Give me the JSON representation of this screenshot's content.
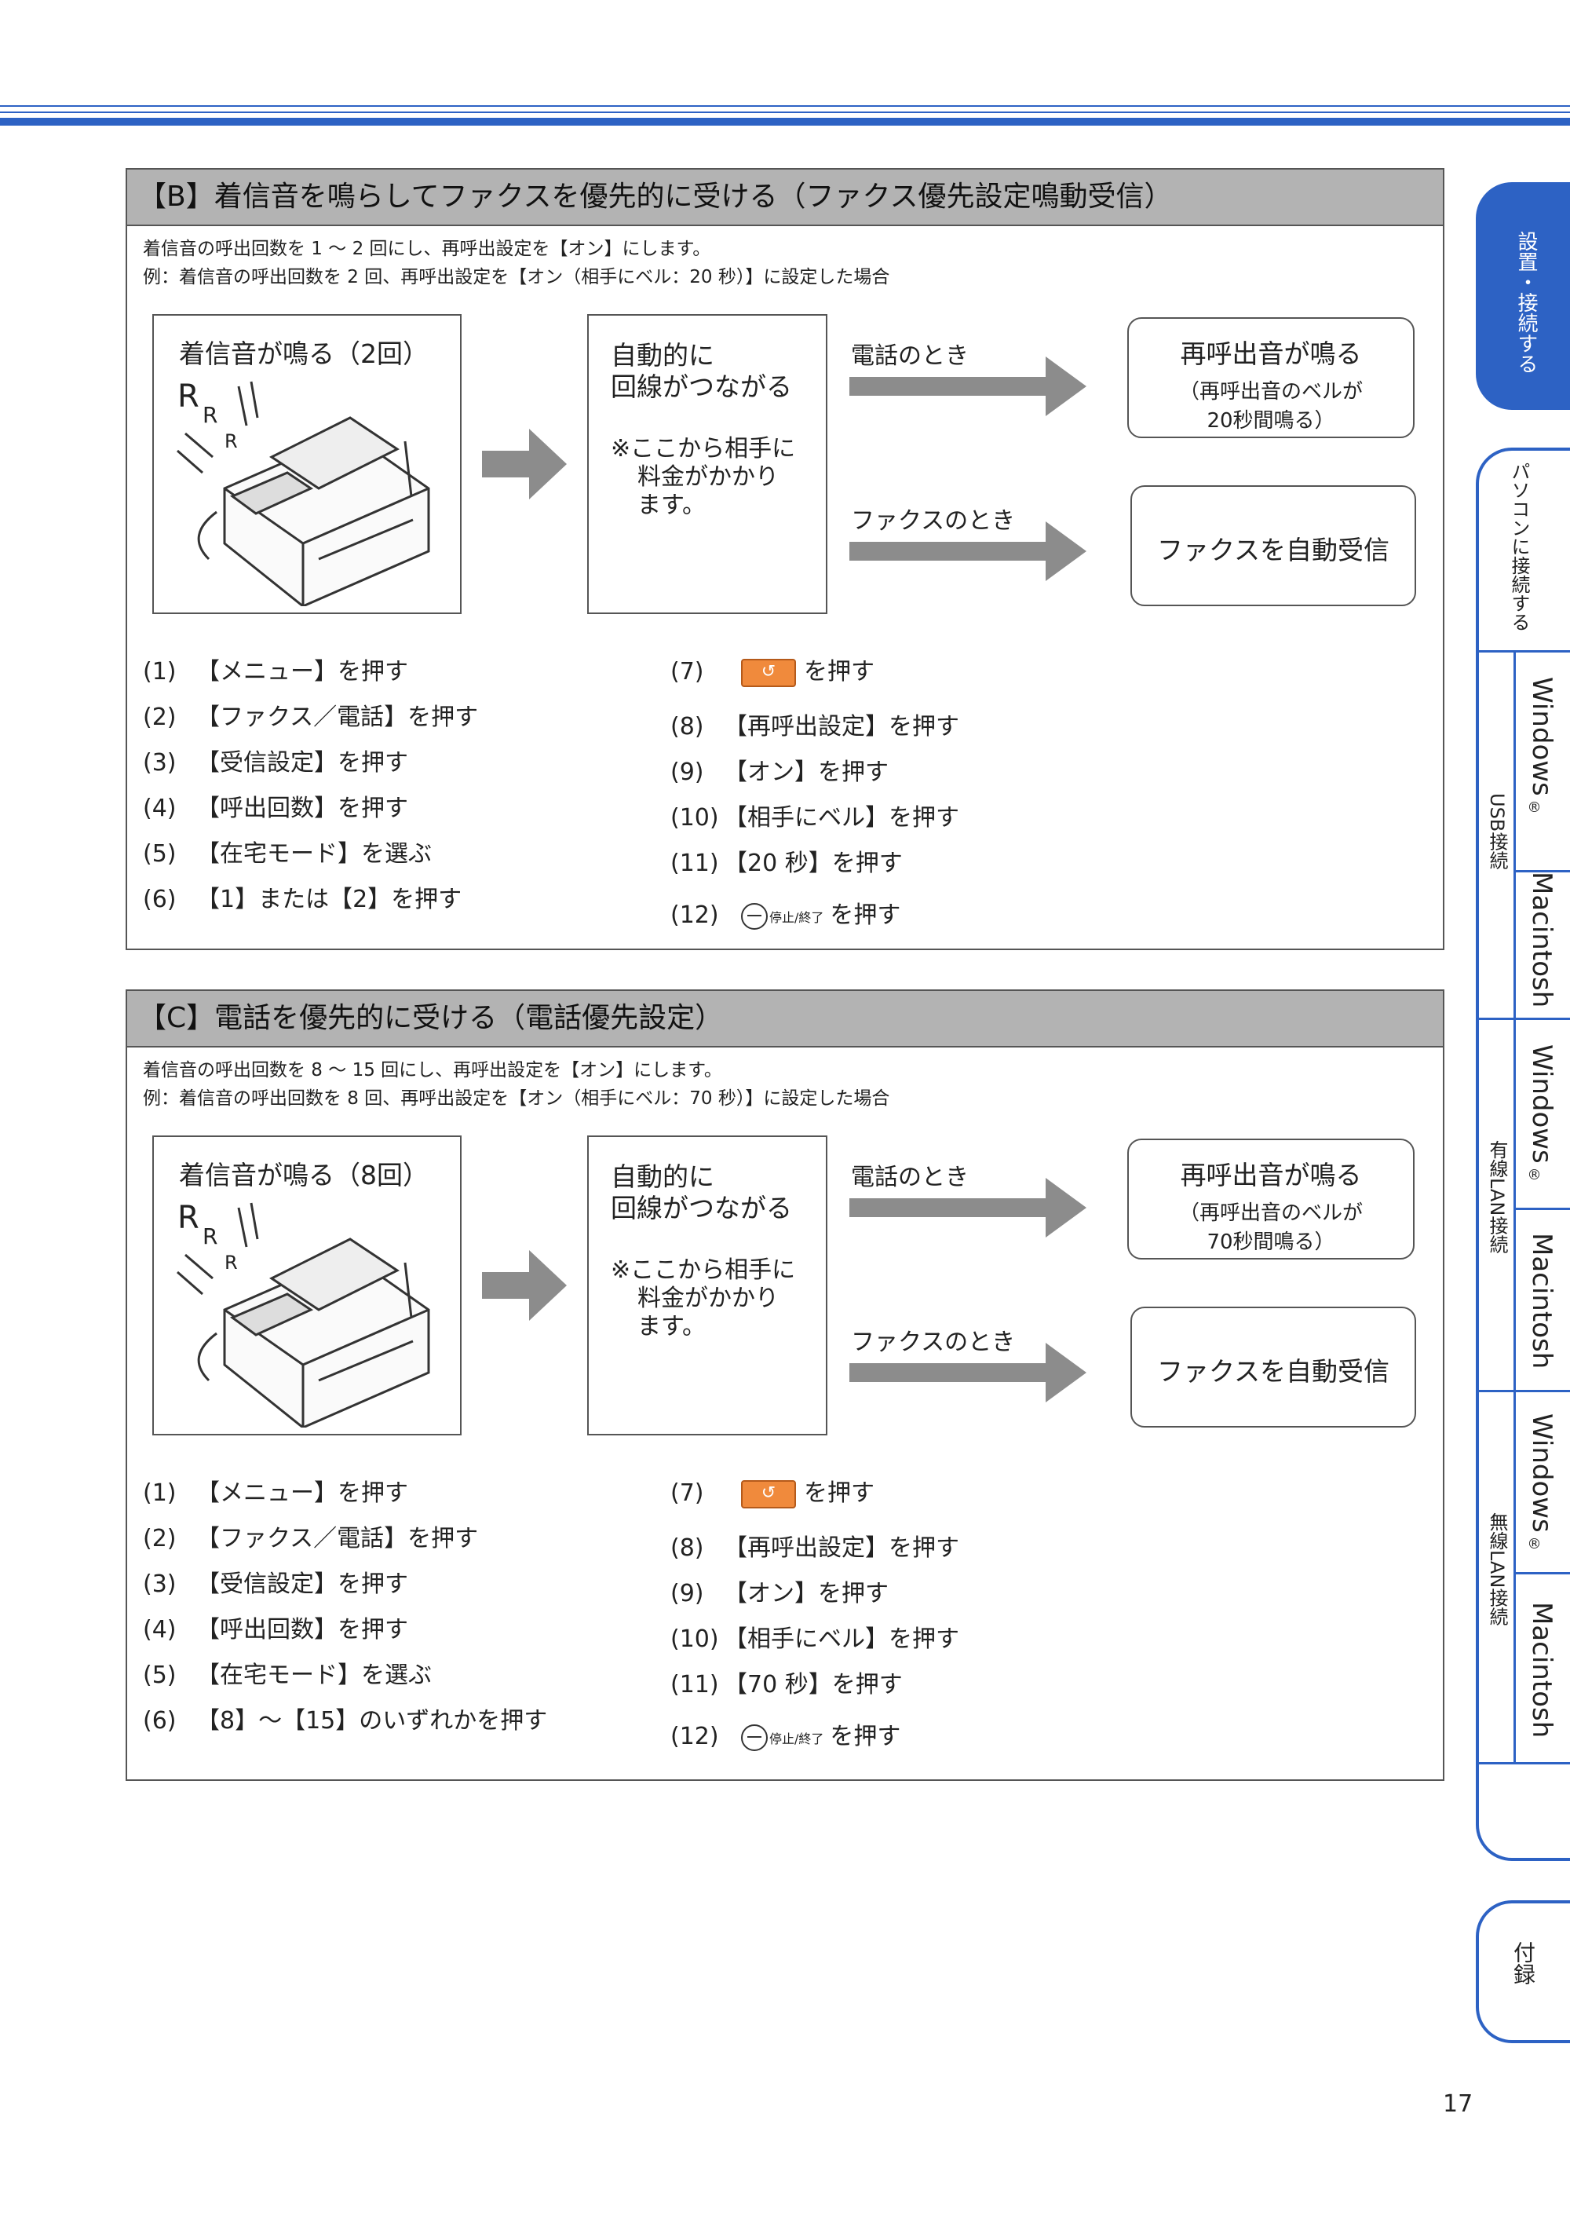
{
  "page_number": "17",
  "side_tabs": {
    "setup": "設置・接続する",
    "pc_connect": "パソコンに接続する",
    "usb": "USB接続",
    "wired": "有線LAN接続",
    "wireless": "無線LAN接続",
    "windows": "Windows",
    "mac": "Macintosh",
    "reg": "®",
    "appendix": "付録"
  },
  "sections": [
    {
      "title": "【B】着信音を鳴らしてファクスを優先的に受ける（ファクス優先設定鳴動受信）",
      "intro1": "着信音の呼出回数を 1 ～ 2 回にし、再呼出設定を【オン】にします。",
      "intro2": "例：着信音の呼出回数を 2 回、再呼出設定を【オン（相手にベル：20 秒）】に設定した場合",
      "ring_label": "着信音が鳴る（2回）",
      "auto_line1": "自動的に",
      "auto_line2": "回線がつながる",
      "charge1": "※ここから相手に",
      "charge2": "料金がかかり",
      "charge3": "ます。",
      "phone_when": "電話のとき",
      "fax_when": "ファクスのとき",
      "recall_title": "再呼出音が鳴る",
      "recall_sub1": "（再呼出音のベルが",
      "recall_sub2": "20秒間鳴る）",
      "fax_auto": "ファクスを自動受信",
      "steps_left": [
        {
          "num": "(1)",
          "text": "【メニュー】を押す"
        },
        {
          "num": "(2)",
          "text": "【ファクス／電話】を押す"
        },
        {
          "num": "(3)",
          "text": "【受信設定】を押す"
        },
        {
          "num": "(4)",
          "text": "【呼出回数】を押す"
        },
        {
          "num": "(5)",
          "text": "【在宅モード】を選ぶ"
        },
        {
          "num": "(6)",
          "text": "【1】または【2】を押す"
        }
      ],
      "steps_right": [
        {
          "num": "(7)",
          "text": "を押す"
        },
        {
          "num": "(8)",
          "text": "【再呼出設定】を押す"
        },
        {
          "num": "(9)",
          "text": "【オン】を押す"
        },
        {
          "num": "(10)",
          "text": "【相手にベル】を押す"
        },
        {
          "num": "(11)",
          "text": "【20 秒】を押す"
        },
        {
          "num": "(12)",
          "text": "を押す"
        }
      ]
    },
    {
      "title": "【C】電話を優先的に受ける（電話優先設定）",
      "intro1": "着信音の呼出回数を 8 ～ 15 回にし、再呼出設定を【オン】にします。",
      "intro2": "例：着信音の呼出回数を 8 回、再呼出設定を【オン（相手にベル：70 秒）】に設定した場合",
      "ring_label": "着信音が鳴る（8回）",
      "auto_line1": "自動的に",
      "auto_line2": "回線がつながる",
      "charge1": "※ここから相手に",
      "charge2": "料金がかかり",
      "charge3": "ます。",
      "phone_when": "電話のとき",
      "fax_when": "ファクスのとき",
      "recall_title": "再呼出音が鳴る",
      "recall_sub1": "（再呼出音のベルが",
      "recall_sub2": "70秒間鳴る）",
      "fax_auto": "ファクスを自動受信",
      "steps_left": [
        {
          "num": "(1)",
          "text": "【メニュー】を押す"
        },
        {
          "num": "(2)",
          "text": "【ファクス／電話】を押す"
        },
        {
          "num": "(3)",
          "text": "【受信設定】を押す"
        },
        {
          "num": "(4)",
          "text": "【呼出回数】を押す"
        },
        {
          "num": "(5)",
          "text": "【在宅モード】を選ぶ"
        },
        {
          "num": "(6)",
          "text": "【8】～【15】のいずれかを押す"
        }
      ],
      "steps_right": [
        {
          "num": "(7)",
          "text": "を押す"
        },
        {
          "num": "(8)",
          "text": "【再呼出設定】を押す"
        },
        {
          "num": "(9)",
          "text": "【オン】を押す"
        },
        {
          "num": "(10)",
          "text": "【相手にベル】を押す"
        },
        {
          "num": "(11)",
          "text": "【70 秒】を押す"
        },
        {
          "num": "(12)",
          "text": "を押す"
        }
      ]
    }
  ],
  "button_labels": {
    "back_glyph": "↺",
    "stop_label": "停止/終了"
  },
  "ring_letters": [
    "R",
    "R",
    "R"
  ]
}
